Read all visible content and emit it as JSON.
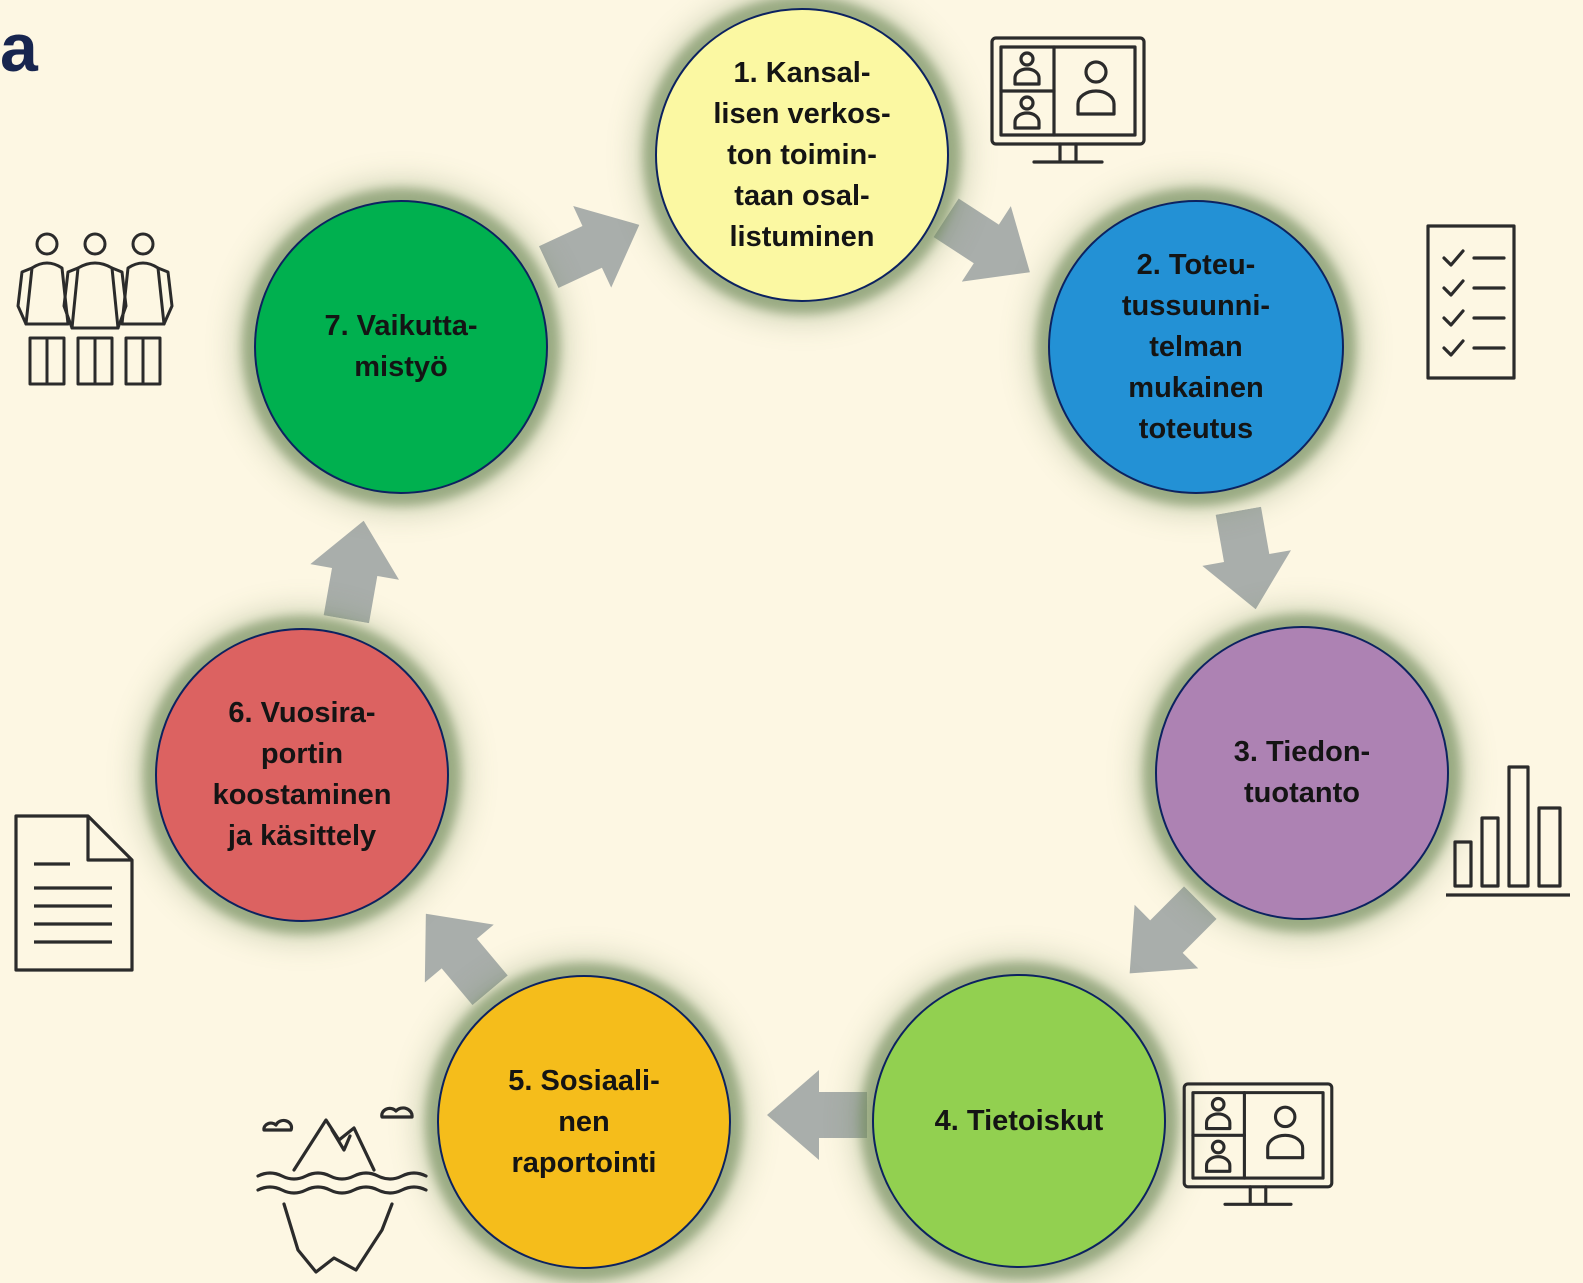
{
  "colors": {
    "background": "#fdf7e3",
    "title": "#17254f",
    "arrow": "#a9aeab",
    "border": "#0c2260",
    "glow": "#6f8a5a",
    "icon_stroke": "#2b2b2b"
  },
  "title": {
    "fragment": "a"
  },
  "steps": [
    {
      "label": "1. Kansal-\nlisen verkos-\nton toimin-\ntaan osal-\nlistuminen",
      "color": "#fbf8a2",
      "icon": "video-conference-icon"
    },
    {
      "label": "2. Toteu-\ntussuunni-\ntelman\nmukainen\ntoteutus",
      "color": "#2391d5",
      "icon": "checklist-icon"
    },
    {
      "label": "3. Tiedon-\ntuotanto",
      "color": "#ad82b3",
      "icon": "bar-chart-icon"
    },
    {
      "label": "4. Tietoiskut",
      "color": "#92d050",
      "icon": "video-conference-icon"
    },
    {
      "label": "5. Sosiaali-\nnen\nraportointi",
      "color": "#f5bd1b",
      "icon": "iceberg-icon"
    },
    {
      "label": "6. Vuosira-\nportin\nkoostaminen\nja käsittely",
      "color": "#dc6261",
      "icon": "document-icon"
    },
    {
      "label": "7. Vaikutta-\nmistyö",
      "color": "#00b04f",
      "icon": "people-group-icon"
    }
  ]
}
